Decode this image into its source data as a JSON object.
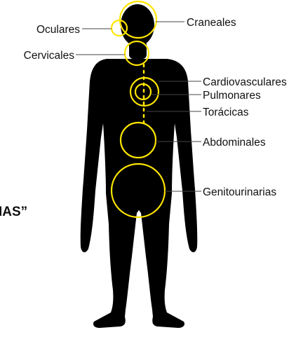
{
  "heading_fragment": "IAS”",
  "colors": {
    "ring": "#FFE600",
    "silhouette": "#000000",
    "background": "#FFFFFF",
    "text": "#111111",
    "leader": "#444444"
  },
  "regions": [
    {
      "id": "craneales",
      "label": "Craneales"
    },
    {
      "id": "oculares",
      "label": "Oculares"
    },
    {
      "id": "cervicales",
      "label": "Cervicales"
    },
    {
      "id": "cardiovasculares",
      "label": "Cardiovasculares"
    },
    {
      "id": "pulmonares",
      "label": "Pulmonares"
    },
    {
      "id": "toracicas",
      "label": "Torácicas"
    },
    {
      "id": "abdominales",
      "label": "Abdominales"
    },
    {
      "id": "genitourinarias",
      "label": "Genitourinarias"
    }
  ]
}
